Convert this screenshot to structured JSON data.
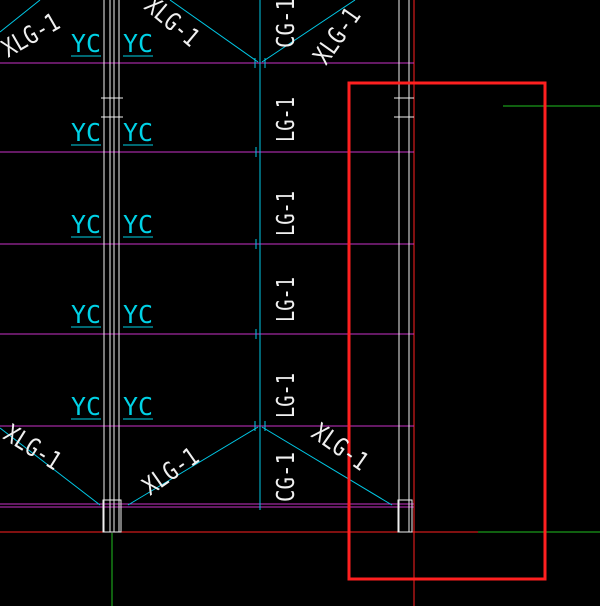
{
  "drawing": {
    "background": "#000000",
    "colors": {
      "column": "#f0f0f0",
      "beam": "#c832c8",
      "bracing": "#00c8e6",
      "grid_red": "#ff2020",
      "grid_green": "#20c020",
      "highlight": "#ff2020"
    },
    "labels": {
      "yc": "YC",
      "xlg": "XLG-1",
      "cg": "CG-1",
      "lg": "LG-1"
    }
  }
}
